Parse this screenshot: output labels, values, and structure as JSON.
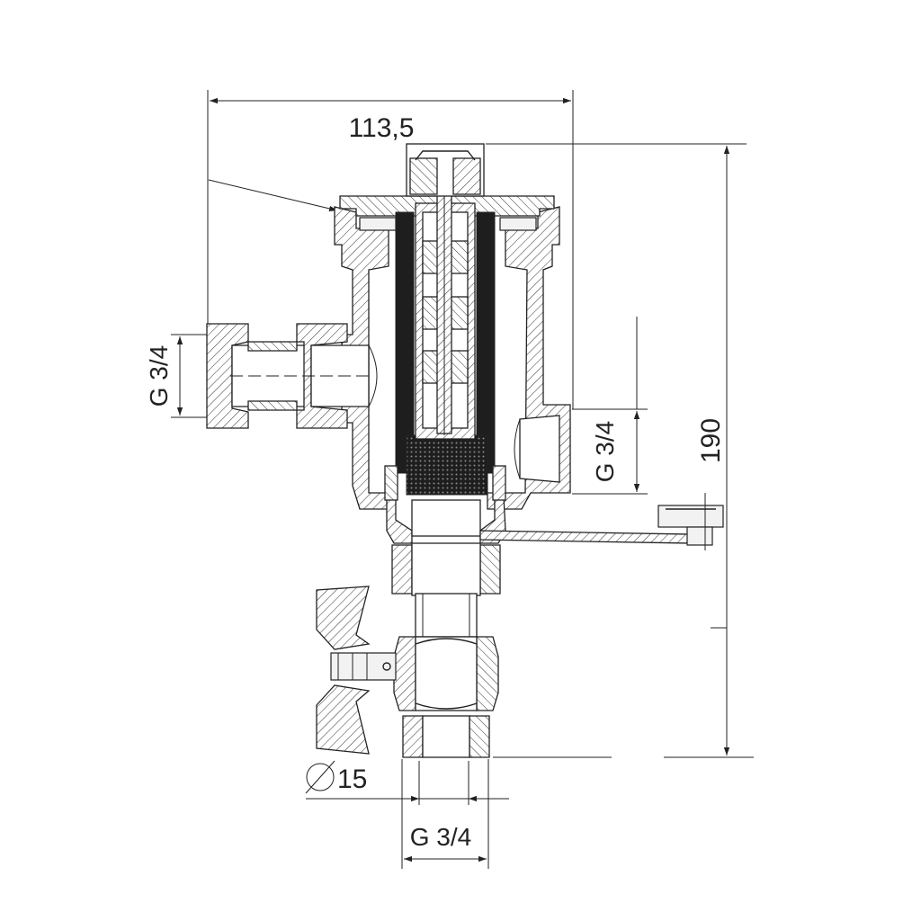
{
  "drawing": {
    "dimensions": {
      "overall_width": "113,5",
      "overall_height": "190",
      "left_inlet_thread": "G 3/4",
      "right_outlet_thread": "G 3/4",
      "bottom_thread": "G 3/4",
      "bottom_diameter": "15",
      "diameter_symbol": "⌀"
    }
  }
}
